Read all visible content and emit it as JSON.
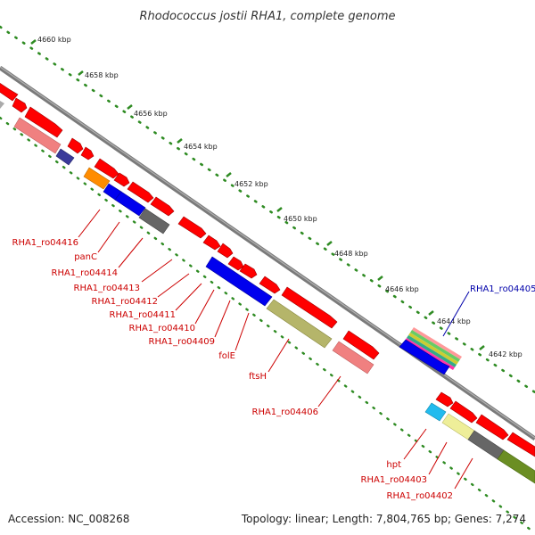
{
  "title": "Rhodococcus jostii RHA1, complete genome",
  "footer": {
    "accession": "Accession: NC_008268",
    "topology": "Topology: linear; Length: 7,804,765 bp; Genes: 7,274"
  },
  "scale_labels": [
    "4660 kbp",
    "4658 kbp",
    "4656 kbp",
    "4654 kbp",
    "4652 kbp",
    "4650 kbp",
    "4648 kbp",
    "4646 kbp",
    "4644 kbp",
    "4642 kbp"
  ],
  "gene_labels": [
    {
      "text": "RHA1_ro04416",
      "color": "#cc0000"
    },
    {
      "text": "panC",
      "color": "#cc0000"
    },
    {
      "text": "RHA1_ro04414",
      "color": "#cc0000"
    },
    {
      "text": "RHA1_ro04413",
      "color": "#cc0000"
    },
    {
      "text": "RHA1_ro04412",
      "color": "#cc0000"
    },
    {
      "text": "RHA1_ro04411",
      "color": "#cc0000"
    },
    {
      "text": "RHA1_ro04410",
      "color": "#cc0000"
    },
    {
      "text": "RHA1_ro04409",
      "color": "#cc0000"
    },
    {
      "text": "folE",
      "color": "#cc0000"
    },
    {
      "text": "ftsH",
      "color": "#cc0000"
    },
    {
      "text": "RHA1_ro04406",
      "color": "#cc0000"
    },
    {
      "text": "hpt",
      "color": "#cc0000"
    },
    {
      "text": "RHA1_ro04403",
      "color": "#cc0000"
    },
    {
      "text": "RHA1_ro04402",
      "color": "#cc0000"
    },
    {
      "text": "RHA1_ro04405",
      "color": "#0000aa"
    }
  ],
  "colors": {
    "gene_red": "#ff0000",
    "backbone": "#808080",
    "scale_dots": "#2e8b22",
    "blue": "#0000ee",
    "navy": "#3a3a9a",
    "orange": "#ff8c00",
    "gray": "#666666",
    "pink": "#f08080",
    "olive": "#b5b56a",
    "cyan": "#22bbee",
    "khaki": "#eeee99",
    "darkolive": "#6b8e23"
  }
}
